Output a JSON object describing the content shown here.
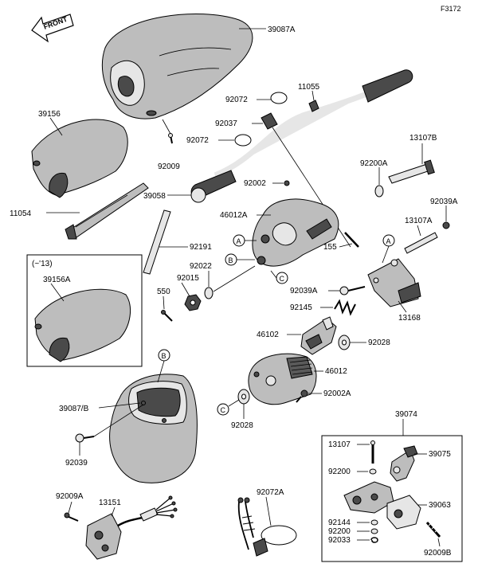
{
  "figure_id": "F3172",
  "front_label": "FRONT",
  "inset_label": "(~'13)",
  "parts": {
    "p39087A": "39087A",
    "p92072a": "92072",
    "p11055": "11055",
    "p92037": "92037",
    "p92072b": "92072",
    "p13107B": "13107B",
    "p39156": "39156",
    "p92009": "92009",
    "p92200A": "92200A",
    "p92039A_top": "92039A",
    "p39058": "39058",
    "p92002": "92002",
    "p11054": "11054",
    "p46012A": "46012A",
    "p13107A": "13107A",
    "p92191": "92191",
    "p155": "155",
    "p92022": "92022",
    "p39156A": "39156A",
    "p92015": "92015",
    "p550": "550",
    "p92039A_mid": "92039A",
    "p92145": "92145",
    "p13168": "13168",
    "p46102": "46102",
    "p92028a": "92028",
    "p46012": "46012",
    "p92002A": "92002A",
    "p39087B": "39087/B",
    "p92028b": "92028",
    "p92039": "92039",
    "p39074": "39074",
    "p13107": "13107",
    "p39075": "39075",
    "p92200a": "92200",
    "p39063": "39063",
    "p92009A": "92009A",
    "p13151": "13151",
    "p92072A": "92072A",
    "p92144": "92144",
    "p92200b": "92200",
    "p92033": "92033",
    "p92009B": "92009B"
  },
  "refs": {
    "A1": "A",
    "A2": "A",
    "B1": "B",
    "B2": "B",
    "C1": "C",
    "C2": "C"
  }
}
